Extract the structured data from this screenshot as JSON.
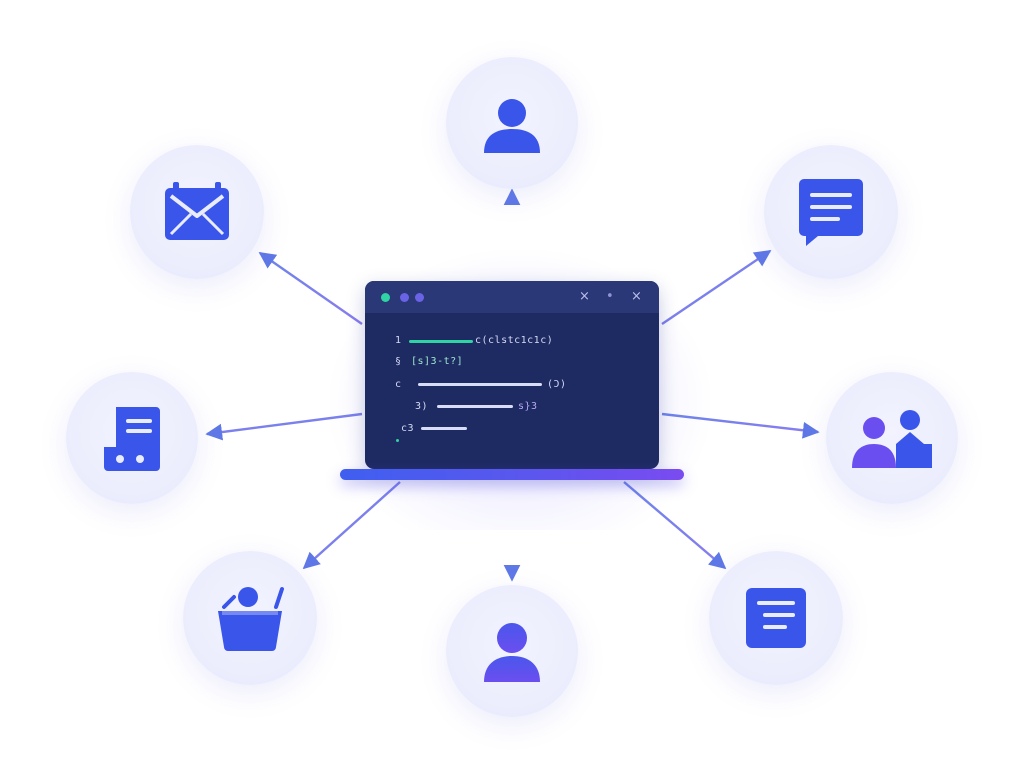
{
  "colors": {
    "icon_blue": "#3a55ea",
    "icon_purple": "#6b4ef0",
    "screen_bg": "#1e2a62",
    "titlebar_bg": "#2a3878",
    "arrow": "#6f86e8",
    "accent_green": "#2fd3a4",
    "laptop_base": "#4b5cf0"
  },
  "terminal": {
    "window_controls": [
      "×",
      "•",
      "×"
    ],
    "lines": [
      {
        "prefix": "1",
        "text": "c(clstc1c1c)"
      },
      {
        "prefix": "§",
        "text": "[s]3-t?]"
      },
      {
        "prefix": "c",
        "text": "(Ɔ)"
      },
      {
        "prefix": "3)",
        "text": "s}3"
      },
      {
        "prefix": "c3",
        "text": ""
      }
    ]
  },
  "nodes": [
    {
      "name": "user-top",
      "icon": "user-icon"
    },
    {
      "name": "mail",
      "icon": "mail-icon"
    },
    {
      "name": "chat",
      "icon": "chat-message-icon"
    },
    {
      "name": "document",
      "icon": "document-icon"
    },
    {
      "name": "team",
      "icon": "team-users-icon"
    },
    {
      "name": "basket",
      "icon": "basket-icon"
    },
    {
      "name": "user-bottom",
      "icon": "user-icon"
    },
    {
      "name": "list",
      "icon": "list-icon"
    }
  ]
}
